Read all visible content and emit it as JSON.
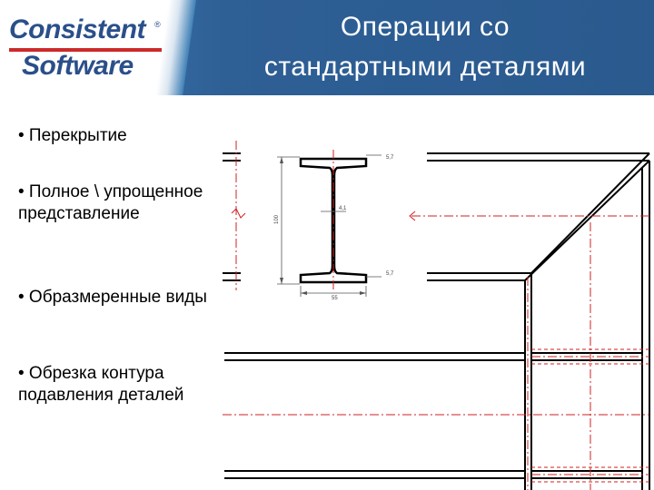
{
  "logo": {
    "line1": "Consistent",
    "line2": "Software",
    "trademark": "®"
  },
  "slide": {
    "title_line1": "Операции со",
    "title_line2": "стандартными деталями"
  },
  "bullets": [
    "• Перекрытие",
    "• Полное \\ упрощенное представление",
    "• Образмеренные виды",
    "• Обрезка контура подавления деталей"
  ],
  "drawing": {
    "dim_height": "100",
    "dim_width": "55",
    "dim_flange_top": "5,7",
    "dim_web": "4,1",
    "dim_flange_bottom": "5,7"
  },
  "colors": {
    "header": "#2e5f95",
    "logo_text": "#2a4f8a",
    "logo_red": "#cc2a2a",
    "dim_red": "#d22020"
  }
}
